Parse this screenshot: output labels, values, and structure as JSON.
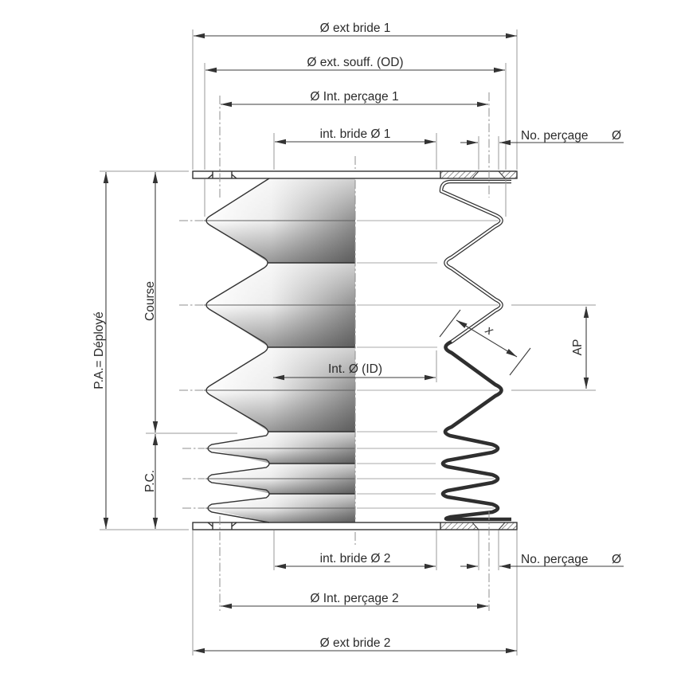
{
  "drawing": {
    "top_dimensions": {
      "ext_bride_1": "Ø ext bride 1",
      "ext_souff": "Ø ext. souff. (OD)",
      "int_percage_1": "Ø Int. perçage 1",
      "int_bride_1": "int. bride Ø 1"
    },
    "right_top": {
      "no_percage": "No. perçage",
      "diameter": "Ø"
    },
    "left_dimensions": {
      "pa": "P.A.= Déployé",
      "course": "Course",
      "pc": "P.C."
    },
    "middle": {
      "int_id": "Int. Ø (ID)",
      "x_dim": "x",
      "ap": "AP"
    },
    "bottom_dimensions": {
      "int_bride_2": "int. bride Ø 2",
      "int_percage_2": "Ø Int. perçage 2",
      "ext_bride_2": "Ø ext bride 2"
    },
    "right_bottom": {
      "no_percage": "No. perçage",
      "diameter": "Ø"
    },
    "colors": {
      "line": "#3c3c3c",
      "thin_line": "#9a9a9a",
      "text": "#2b2b2b",
      "background": "#ffffff"
    }
  }
}
